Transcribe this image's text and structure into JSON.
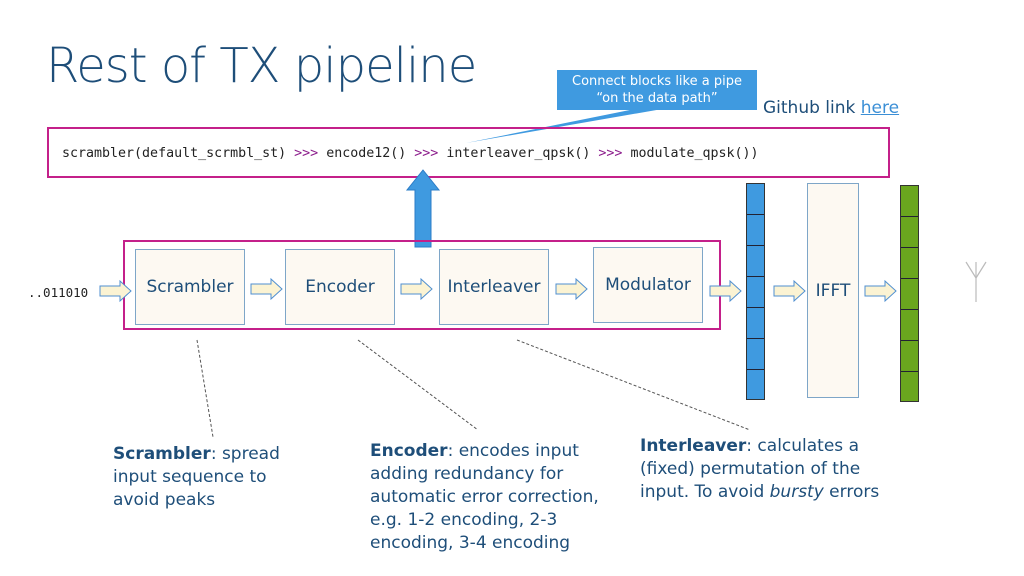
{
  "slide": {
    "title": "Rest of TX pipeline",
    "callout_line1": "Connect blocks like a pipe",
    "callout_line2": "“on the data path”",
    "github_text": "Github link ",
    "github_link": "here"
  },
  "code": {
    "part1": "scrambler(default_scrmbl_st) ",
    "op1": ">>>",
    "part2": " encode12() ",
    "op2": ">>>",
    "part3": " interleaver_qpsk() ",
    "op3": ">>>",
    "part4": " modulate_qpsk())"
  },
  "pipeline": {
    "input_bits": "..011010",
    "blocks": [
      "Scrambler",
      "Encoder",
      "Interleaver",
      "Modulator"
    ],
    "ifft": "IFFT"
  },
  "notes": {
    "scrambler": {
      "term": "Scrambler",
      "text": ": spread input sequence to avoid peaks"
    },
    "encoder": {
      "term": "Encoder",
      "text": ": encodes input adding redundancy for automatic error correction, e.g. 1-2 encoding, 2-3 encoding, 3-4 encoding"
    },
    "interleaver": {
      "term": "Interleaver",
      "text_before": ": calculates a (fixed) permutation of the input. To avoid ",
      "italic": "bursty",
      "text_after": " errors"
    }
  },
  "colors": {
    "title": "#1e4e79",
    "callout": "#3f9ae0",
    "frame": "#c4208a",
    "blue_vector": "#3f9ae0",
    "green_vector": "#6aa61e",
    "arrow_fill": "#fbf3d3",
    "arrow_stroke": "#4f8fd0"
  }
}
